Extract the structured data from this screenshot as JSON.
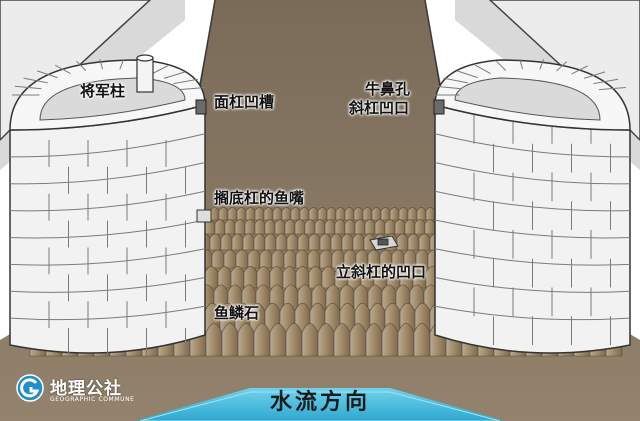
{
  "labels": {
    "jiangjunzhu": "将军柱",
    "miangangaocao": "面杠凹槽",
    "niubikong": "牛鼻孔",
    "xiegangaokou": "斜杠凹口",
    "gedigang": "搁底杠的鱼嘴",
    "lixiegang": "立斜杠的凹口",
    "yulinshi": "鱼鳞石"
  },
  "banner": {
    "flow": "水流方向"
  },
  "logo": {
    "title": "地理公社",
    "subtitle": "GEOGRAPHIC COMMUNE"
  },
  "colors": {
    "channel_floor": "#8a7a66",
    "stone_light": "#f2f2f2",
    "stone_mortar": "#7b7b7b",
    "fish_scale_stone": "#a48d6a",
    "water_banner": "#4ec3e0",
    "logo_blue": "#1e8fc8"
  },
  "icons": {
    "logo_mark": "geographic-commune-logo-icon"
  }
}
